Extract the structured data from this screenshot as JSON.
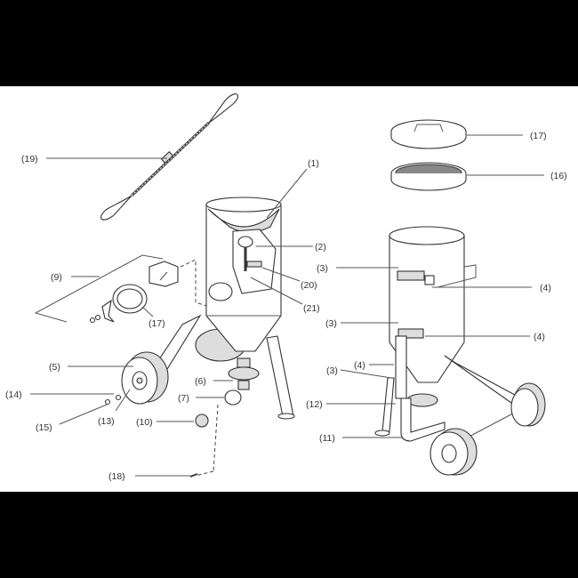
{
  "colors": {
    "background": "#ffffff",
    "frame": "#000000",
    "ink": "#333333"
  },
  "callouts": {
    "c19": "(19)",
    "c1": "(1)",
    "c2": "(2)",
    "c20": "(20)",
    "c21": "(21)",
    "c9": "(9)",
    "c17a": "(17)",
    "c5": "(5)",
    "c6": "(6)",
    "c7": "(7)",
    "c14": "(14)",
    "c15": "(15)",
    "c13": "(13)",
    "c10": "(10)",
    "c18": "(18)",
    "c17b": "(17)",
    "c16": "(16)",
    "c3a": "(3)",
    "c4a": "(4)",
    "c3b": "(3)",
    "c4b": "(4)",
    "c4c": "(4)",
    "c3c": "(3)",
    "c12": "(12)",
    "c11": "(11)"
  }
}
